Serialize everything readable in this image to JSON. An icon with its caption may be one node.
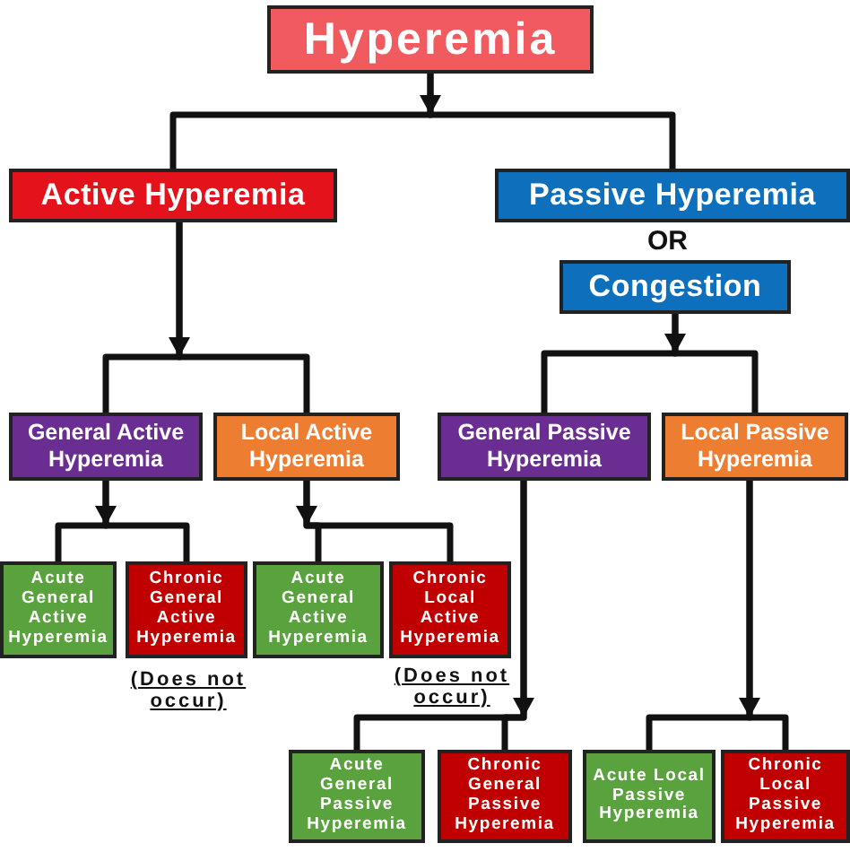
{
  "diagram": {
    "nodes": [
      {
        "text": [
          "Hyperemia"
        ]
      },
      {
        "text": [
          "Active Hyperemia"
        ]
      },
      {
        "text": [
          "Passive Hyperemia"
        ]
      },
      {
        "text": [
          "Congestion"
        ]
      },
      {
        "text": [
          "General Active Hyperemia"
        ]
      },
      {
        "text": [
          "Local Active Hyperemia"
        ]
      },
      {
        "text": [
          "General Passive Hyperemia"
        ]
      },
      {
        "text": [
          "Local Passive Hyperemia"
        ]
      },
      {
        "text": [
          "Acute General Active Hyperemia"
        ]
      },
      {
        "text": [
          "Chronic General Active Hyperemia"
        ],
        "beside": [
          "(Does not occur)"
        ]
      },
      {
        "text": [
          "Acute General Active Hyperemia"
        ]
      },
      {
        "text": [
          "Chronic Local Active Hyperemia"
        ],
        "beside": [
          "(Does not occur)"
        ]
      },
      {
        "text": [
          "Acute General Passive Hyperemia"
        ]
      },
      {
        "text": [
          "Chronic General Passive Hyperemia"
        ]
      },
      {
        "text": [
          "Acute Local Passive Hyperemia"
        ]
      },
      {
        "text": [
          "Chronic Local Passive Hyperemia"
        ]
      }
    ],
    "edges": [
      {
        "from": 0,
        "to": 1,
        "arrow": "to"
      },
      {
        "from": 0,
        "to": 2,
        "arrow": "to"
      },
      {
        "from": 1,
        "to": 4,
        "arrow": "to"
      },
      {
        "from": 1,
        "to": 5,
        "arrow": "to"
      },
      {
        "from": 3,
        "to": 6,
        "arrow": "to"
      },
      {
        "from": 3,
        "to": 7,
        "arrow": "to"
      },
      {
        "from": 4,
        "to": 8,
        "arrow": "to"
      },
      {
        "from": 4,
        "to": 9,
        "arrow": "to"
      },
      {
        "from": 5,
        "to": 10,
        "arrow": "to"
      },
      {
        "from": 5,
        "to": 11,
        "arrow": "to"
      },
      {
        "from": 6,
        "to": 12,
        "arrow": "to"
      },
      {
        "from": 6,
        "to": 13,
        "arrow": "to"
      },
      {
        "from": 7,
        "to": 14,
        "arrow": "to"
      },
      {
        "from": 7,
        "to": 15,
        "arrow": "to"
      }
    ],
    "labels": [
      "OR"
    ]
  }
}
